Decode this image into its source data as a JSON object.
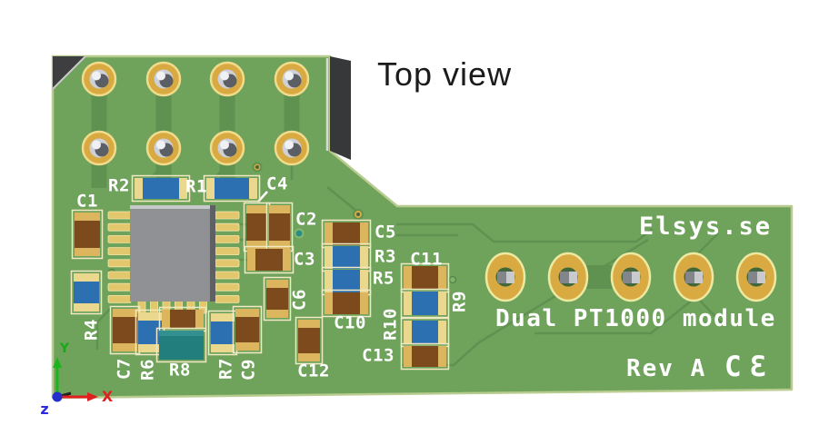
{
  "view_label": "Top view",
  "silkscreen": {
    "brand": "Elsys.se",
    "module_name": "Dual PT1000 module",
    "revision": "Rev A",
    "ce_mark": "CƐ",
    "refdes": {
      "c1": "C1",
      "c2": "C2",
      "c3": "C3",
      "c4": "C4",
      "c5": "C5",
      "c6": "C6",
      "c7": "C7",
      "c9": "C9",
      "c10": "C10",
      "c11": "C11",
      "c12": "C12",
      "c13": "C13",
      "r1": "R1",
      "r2": "R2",
      "r3": "R3",
      "r4": "R4",
      "r5": "R5",
      "r6": "R6",
      "r7": "R7",
      "r8": "R8",
      "r9": "R9",
      "r10": "R10"
    }
  },
  "axis_triad": {
    "x": "X",
    "y": "Y",
    "z": "z"
  },
  "colors": {
    "soldermask_green": "#6FA35C",
    "trace_green": "#5F9150",
    "board_edge_highlight": "#B7CC8E",
    "pad_gold": "#D9A942",
    "pad_ring_light": "#F0DC8C",
    "silkscreen_white": "#FFFFFF",
    "component_blue": "#2C70B2",
    "component_brown": "#7C4A1C",
    "component_teal": "#227D7D",
    "cap_end_gold": "#DBB65F",
    "ic_gray": "#8F9194",
    "board_side_dark": "#37383A",
    "axis_x_red": "#E02020",
    "axis_y_green": "#18A818",
    "axis_z_blue": "#2B2BE0"
  }
}
